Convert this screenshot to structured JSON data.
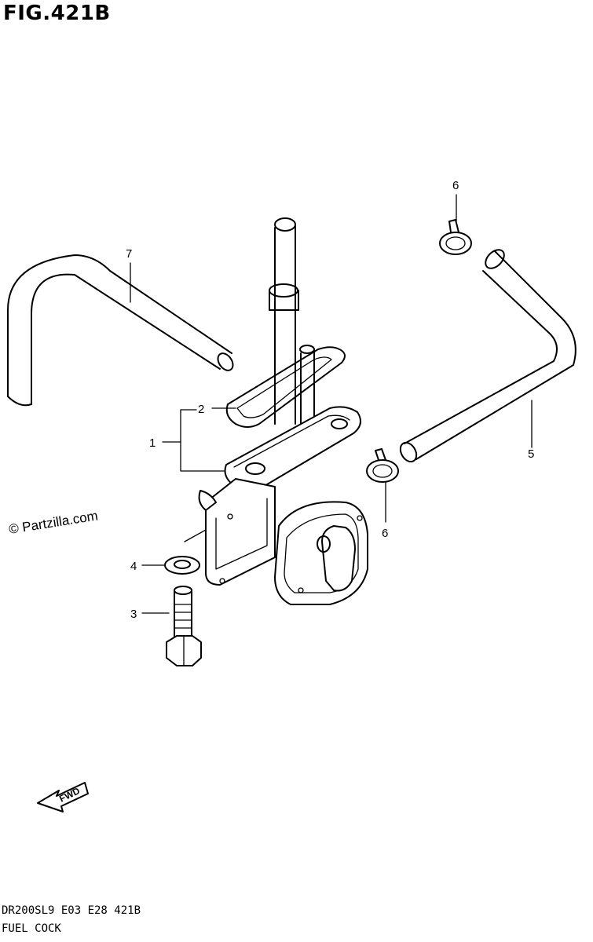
{
  "figure": {
    "title": "FIG.421B",
    "watermark": "© Partzilla.com",
    "footer_code": "DR200SL9  E03  E28  421B",
    "footer_name": "FUEL COCK",
    "fwd_label": "FWD"
  },
  "callouts": {
    "c1": "1",
    "c2": "2",
    "c3": "3",
    "c4": "4",
    "c5": "5",
    "c6a": "6",
    "c6b": "6",
    "c7": "7"
  }
}
